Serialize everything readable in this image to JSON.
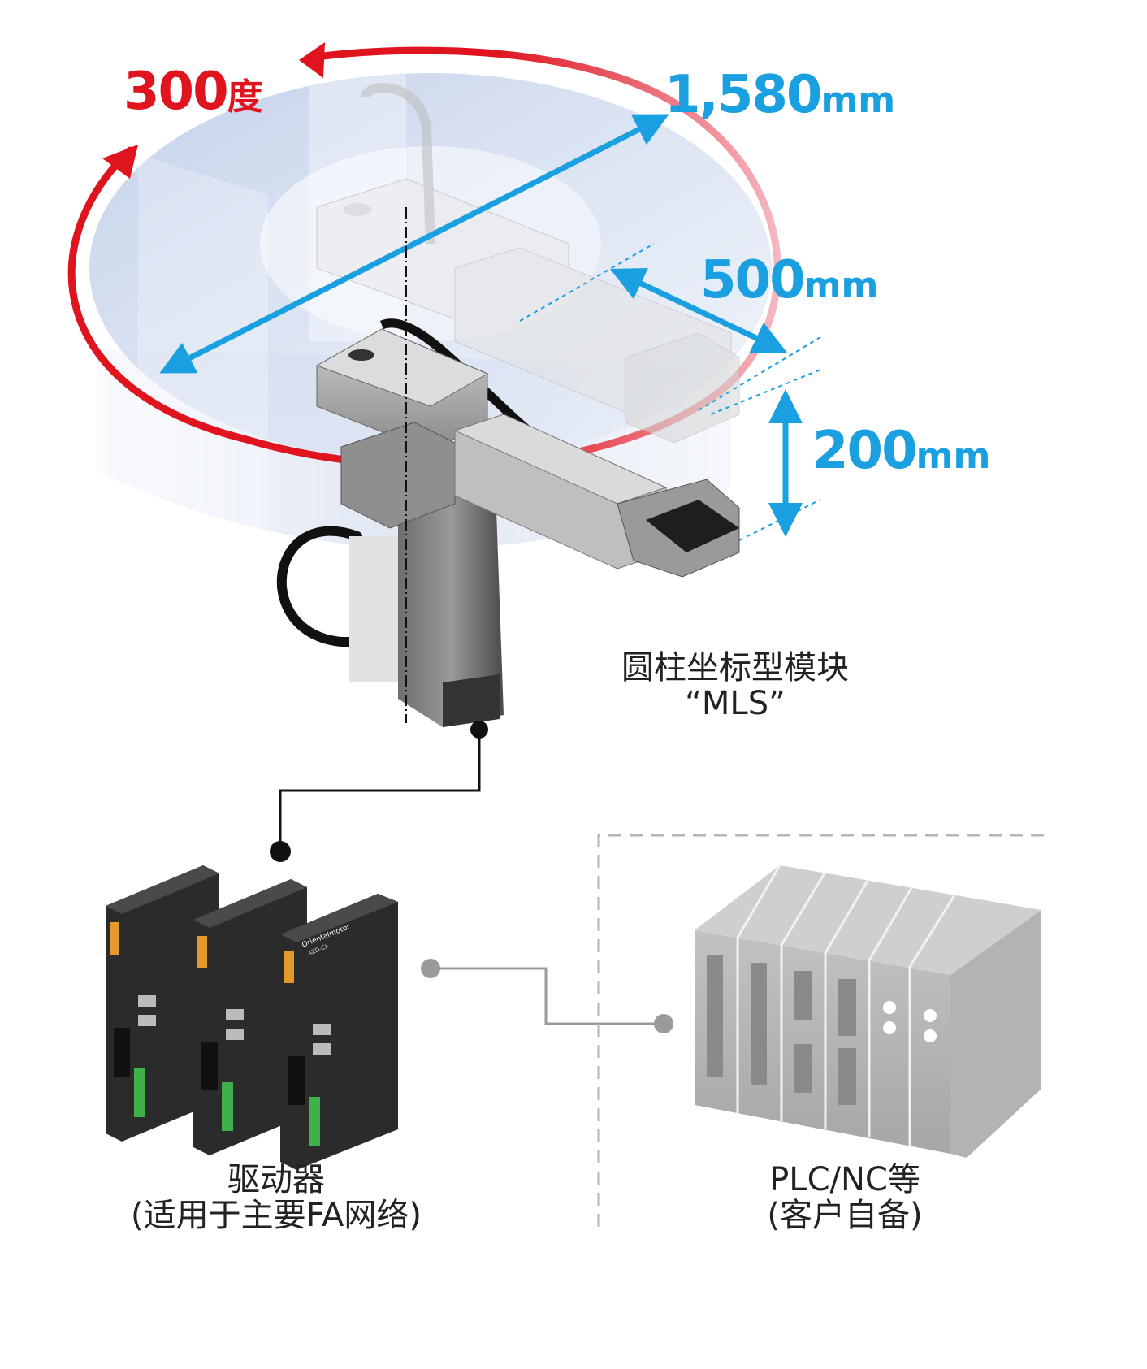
{
  "dimensions": {
    "rotation": {
      "value": "300",
      "unit": "度"
    },
    "reach": {
      "value": "1,580",
      "unit": "mm"
    },
    "arm_stroke": {
      "value": "500",
      "unit": "mm"
    },
    "vertical_stroke": {
      "value": "200",
      "unit": "mm"
    }
  },
  "robot": {
    "line1": "圆柱坐标型模块",
    "line2": "“MLS”"
  },
  "drivers": {
    "line1": "驱动器",
    "line2": "(适用于主要FA网络)",
    "brand": "Orientalmotor",
    "model": "AZD-CX"
  },
  "plc": {
    "line1": "PLC/NC等",
    "line2": "(客户自备)"
  },
  "colors": {
    "rotation": "#e0141e",
    "dimension": "#1aa0e0",
    "wire": "#111111",
    "network": "#9a9a9a",
    "workspace": "#c9d7ee"
  }
}
